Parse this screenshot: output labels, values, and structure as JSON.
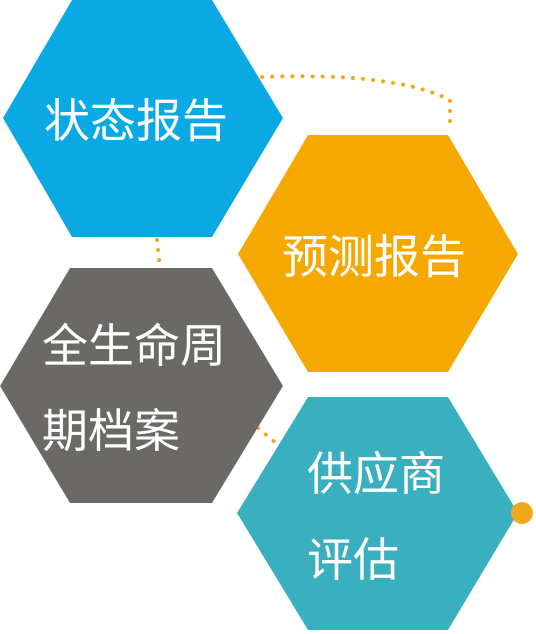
{
  "colors": {
    "status_hex": "#0aa9e3",
    "forecast_hex": "#f5a800",
    "lifecycle_hex": "#6b6965",
    "supplier_hex": "#3aafbf",
    "connector": "#f2a81d",
    "label_text": "#ffffff"
  },
  "nodes": {
    "status_report": {
      "lines": [
        "状态报告"
      ]
    },
    "forecast_report": {
      "lines": [
        "预测报告"
      ]
    },
    "lifecycle_archive": {
      "lines": [
        "全生命周",
        "期档案"
      ]
    },
    "supplier_evaluation": {
      "lines": [
        "供应商",
        "评估"
      ]
    }
  }
}
